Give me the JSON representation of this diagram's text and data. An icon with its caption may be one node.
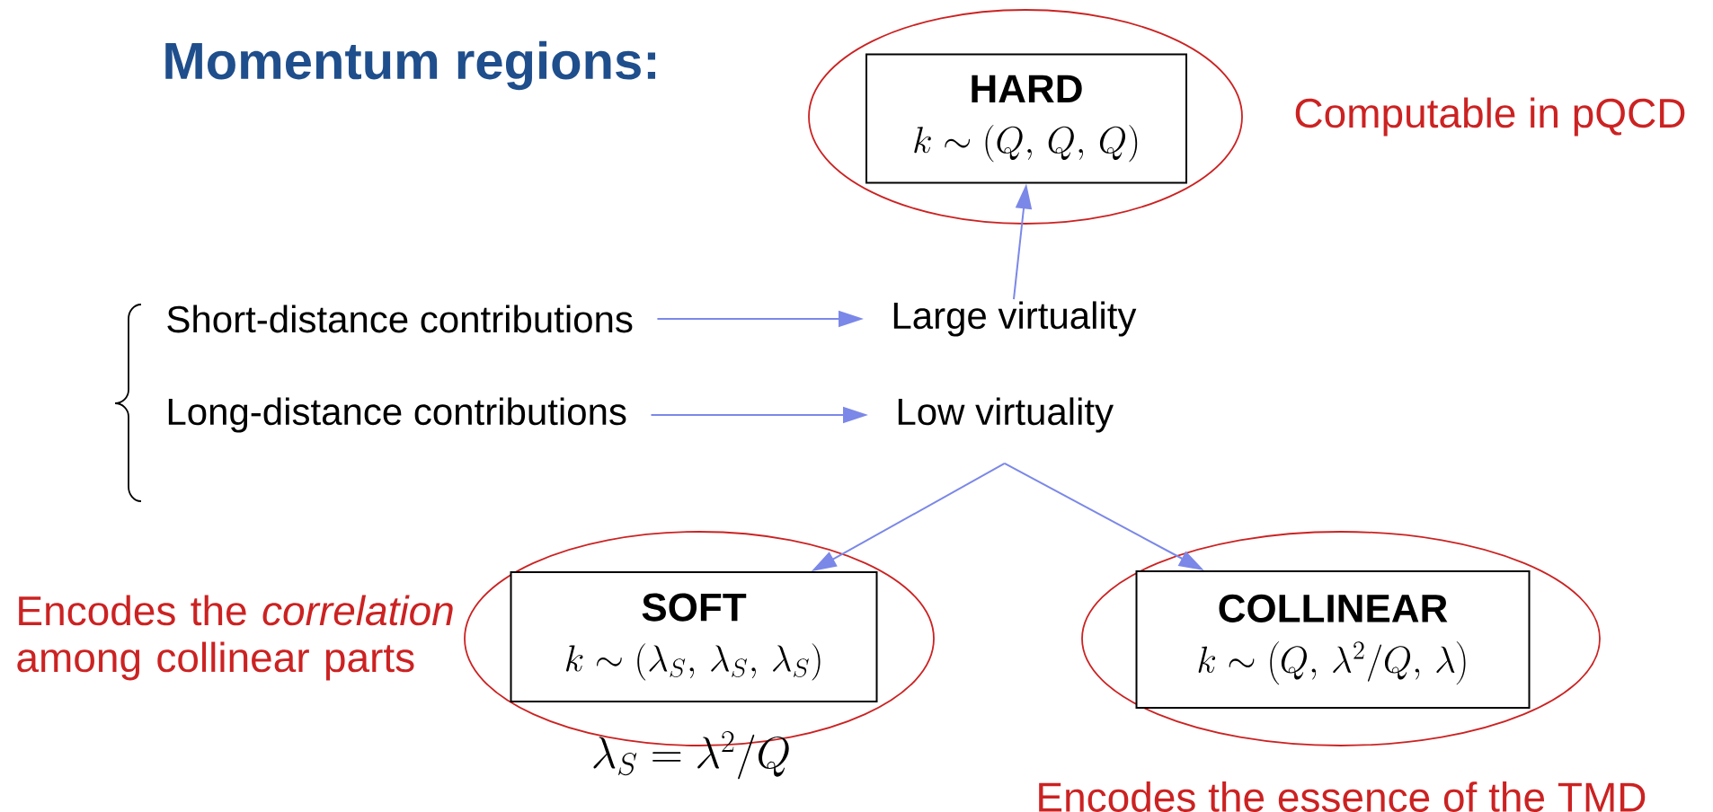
{
  "diagram": {
    "title": "Momentum regions:",
    "nodes": [
      {
        "text": [],
        "shape": "ellipse"
      },
      {
        "text": [
          "HARD",
          "k \\sim (Q,\\, Q,\\, Q)"
        ],
        "in": 0
      },
      {
        "text": [
          "Short-distance contributions"
        ]
      },
      {
        "text": [
          "Large virtuality"
        ]
      },
      {
        "text": [
          "Long-distance contributions"
        ]
      },
      {
        "text": [
          "Low virtuality"
        ]
      },
      {
        "text": [],
        "shape": "ellipse",
        "beside": [
          "\\lambda_S = \\lambda^2/Q"
        ]
      },
      {
        "text": [
          "SOFT",
          "k \\sim (\\lambda_S,\\, \\lambda_S,\\, \\lambda_S)"
        ],
        "in": 6
      },
      {
        "text": [],
        "shape": "ellipse"
      },
      {
        "text": [
          "COLLINEAR",
          "k \\sim \\left(Q,\\, \\lambda^2/Q,\\, \\lambda\\right)"
        ],
        "in": 8
      }
    ],
    "edges": [
      {
        "from": 2,
        "to": 3,
        "arrow": "to"
      },
      {
        "from": 4,
        "to": 5,
        "arrow": "to"
      },
      {
        "from": 3,
        "to": 1,
        "arrow": "to"
      },
      {
        "from": 5,
        "to": 7,
        "arrow": "to"
      },
      {
        "from": 5,
        "to": 9,
        "arrow": "to"
      }
    ],
    "labels": [
      "Computable in pQCD",
      "Encodes the *correlation* among collinear parts",
      "Encodes the essence of the TMD"
    ]
  }
}
